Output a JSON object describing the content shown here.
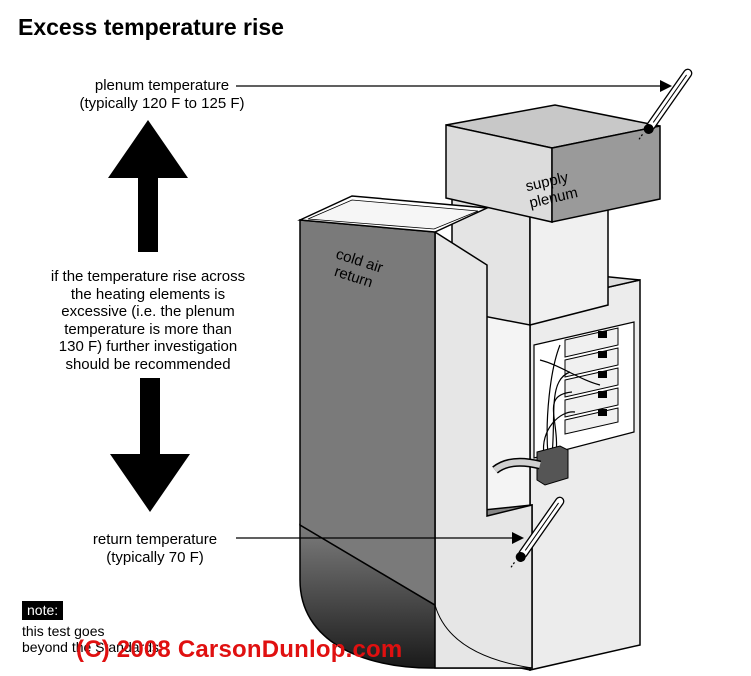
{
  "title": "Excess temperature rise",
  "labels": {
    "plenum_temp_line1": "plenum temperature",
    "plenum_temp_line2": "(typically 120 F to 125 F)",
    "explain_lines": [
      "if the temperature rise across",
      "the heating elements is",
      "excessive (i.e. the plenum",
      "temperature is more than",
      "130 F) further investigation",
      "should be recommended"
    ],
    "return_temp_line1": "return temperature",
    "return_temp_line2": "(typically 70 F)",
    "supply_plenum": [
      "supply",
      "plenum"
    ],
    "cold_air_return": [
      "cold air",
      "return"
    ]
  },
  "note": {
    "badge": "note:",
    "line1": "this test goes",
    "line2": "beyond the Standards"
  },
  "copyright": "(C) 2008 CarsonDunlop.com",
  "colors": {
    "copyright": "#e01010",
    "duct_dark": "#7a7a7a",
    "duct_light": "#e2e2e2",
    "plenum_top": "#c8c8c8"
  }
}
